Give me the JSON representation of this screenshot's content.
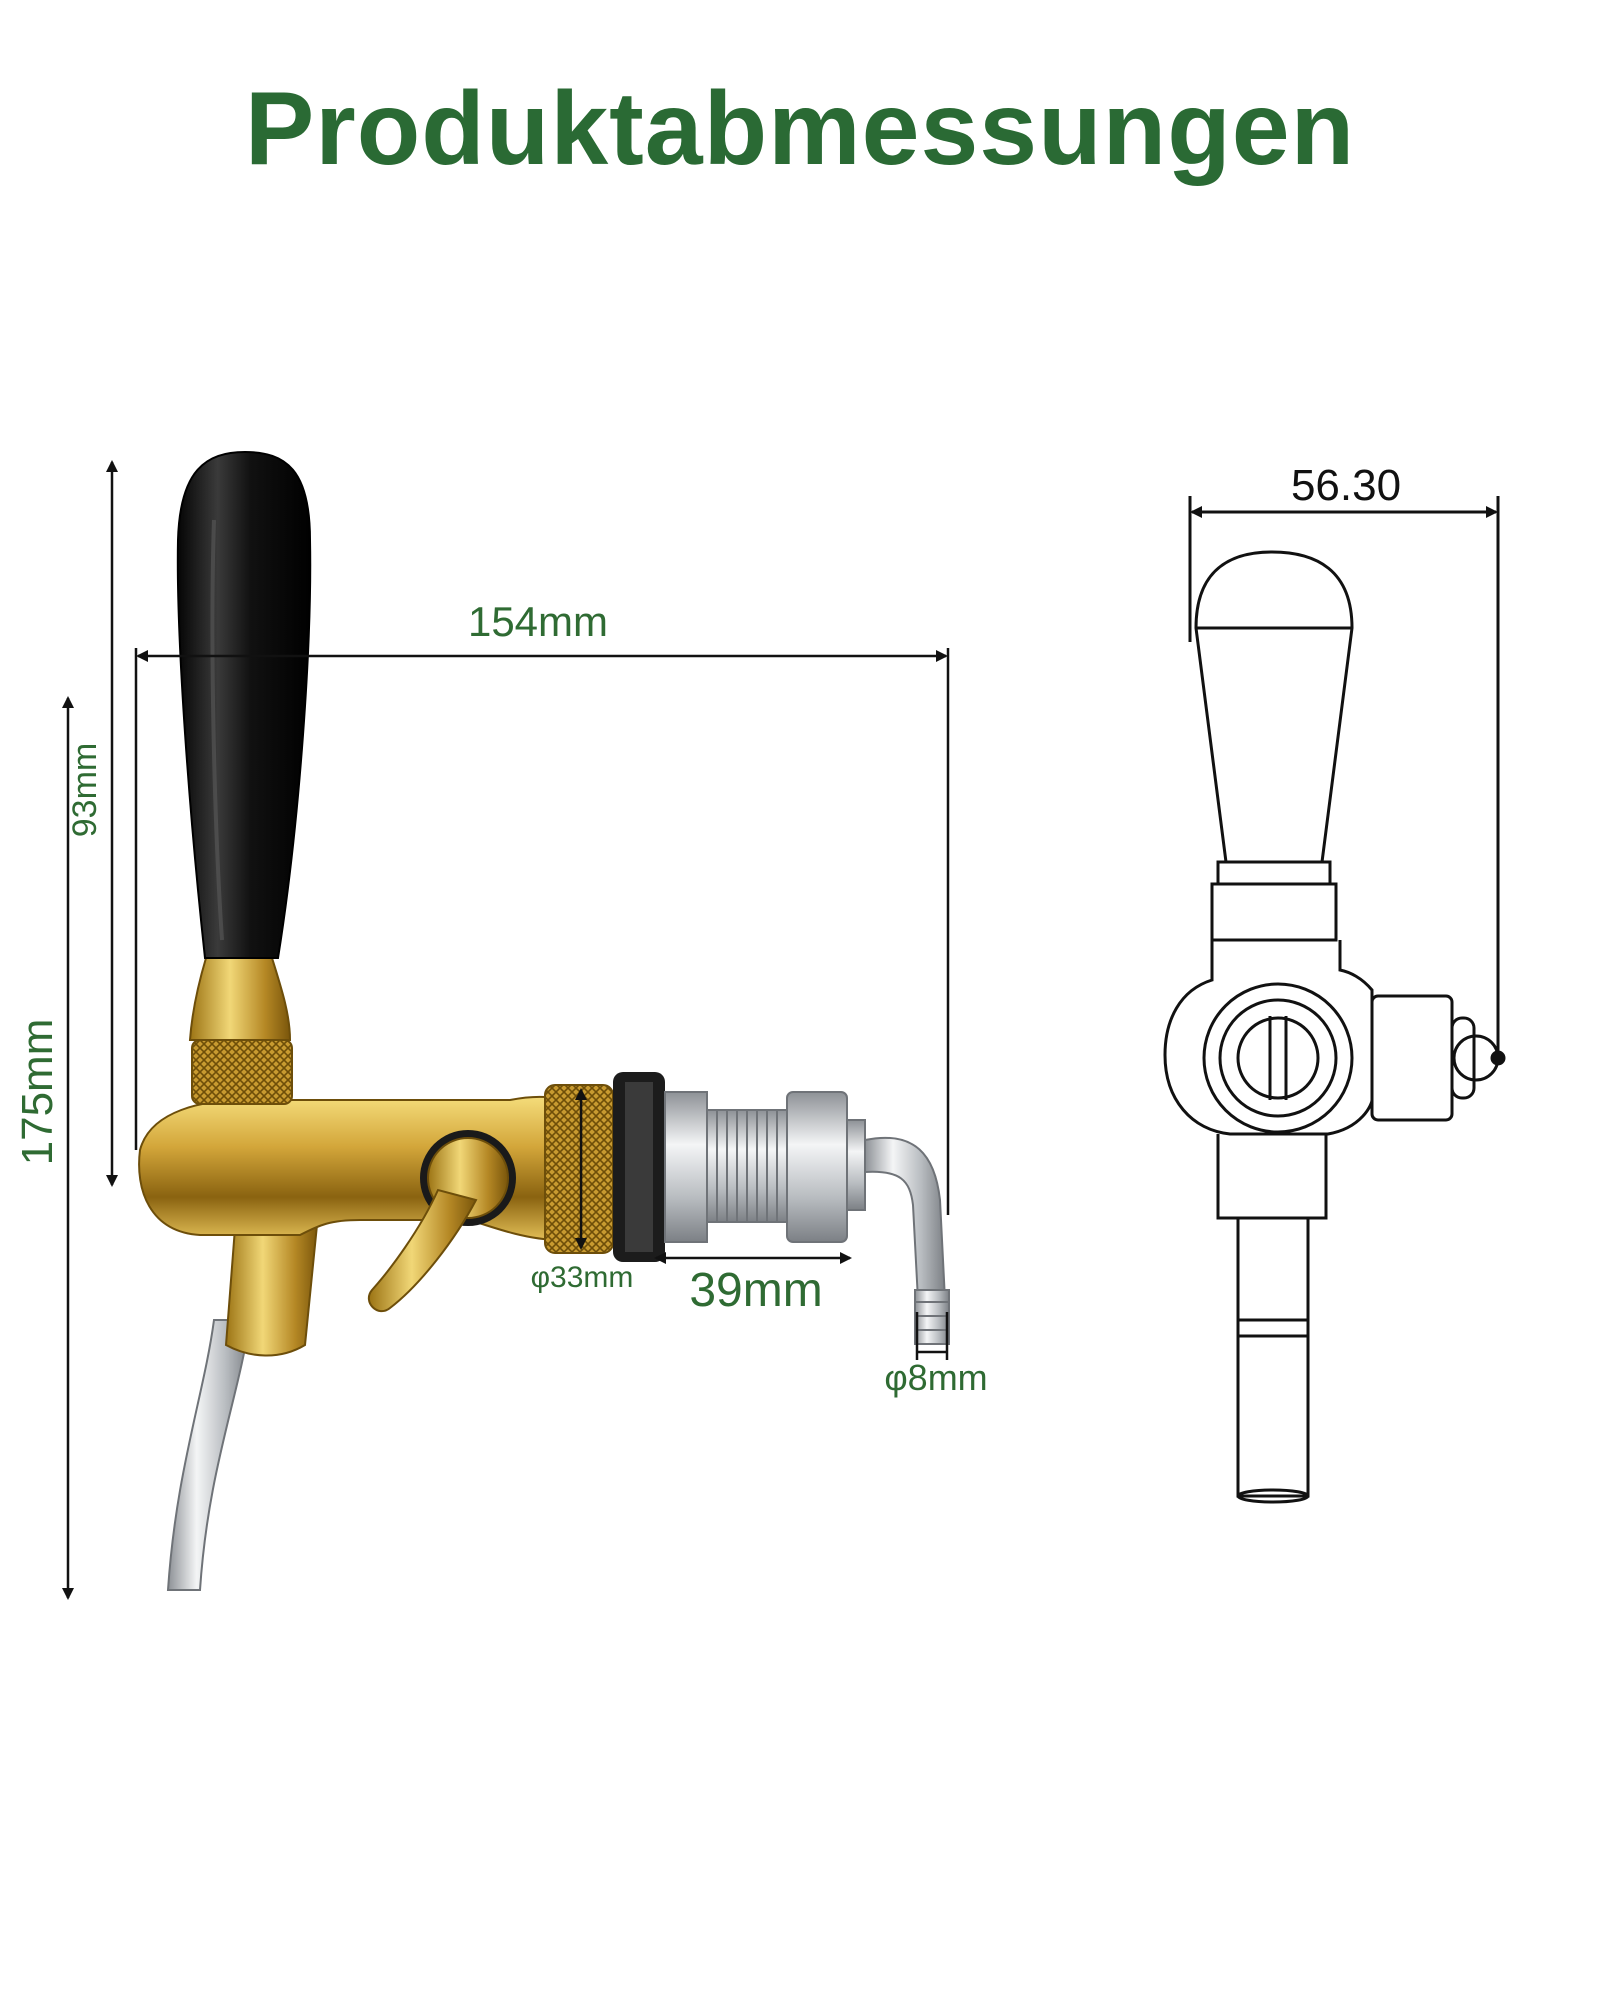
{
  "title": "Produktabmessungen",
  "colors": {
    "title": "#2a6a34",
    "label_green": "#2f6b33",
    "gold": "#c49a2a",
    "gold_dark": "#8a6a10",
    "chrome": "#c8ccd0",
    "handle": "#141414",
    "line": "#111111"
  },
  "dimensions": {
    "width": "154mm",
    "lever_height": "93mm",
    "total_height": "175mm",
    "shank_diameter": "φ33mm",
    "shank_length": "39mm",
    "tube_diameter": "φ8mm",
    "side_width": "56.30"
  }
}
